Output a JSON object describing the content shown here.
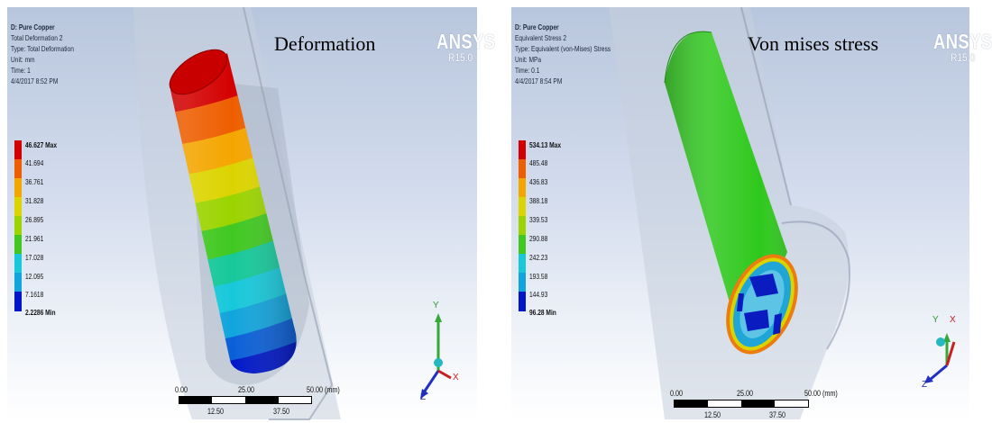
{
  "colors": {
    "contour": [
      "#d40000",
      "#ee5e00",
      "#f4a600",
      "#dcd400",
      "#9bd400",
      "#40c820",
      "#16c89a",
      "#17c8da",
      "#12a4dc",
      "#0a5fd8",
      "#0016c8"
    ]
  },
  "left": {
    "info": {
      "title": "D: Pure Copper",
      "lines": [
        "Total Deformation 2",
        "Type: Total Deformation",
        "Unit: mm",
        "Time: 1",
        "4/4/2017 8:52 PM"
      ]
    },
    "overlay_title": "Deformation",
    "logo": "ANSYS",
    "version": "R15.0",
    "legend": [
      "46.627 Max",
      "41.694",
      "36.761",
      "31.828",
      "26.895",
      "21.961",
      "17.028",
      "12.095",
      "7.1618",
      "2.2286 Min"
    ],
    "scale": {
      "top": [
        "0.00",
        "25.00",
        "50.00 (mm)"
      ],
      "bottom": [
        "12.50",
        "37.50"
      ]
    },
    "triad": [
      "Y",
      "Z",
      "X"
    ]
  },
  "right": {
    "info": {
      "title": "D: Pure Copper",
      "lines": [
        "Equivalent Stress 2",
        "Type: Equivalent (von-Mises) Stress",
        "Unit: MPa",
        "Time: 0.1",
        "4/4/2017 8:54 PM"
      ]
    },
    "overlay_title": "Von mises stress",
    "logo": "ANSYS",
    "version": "R15.0",
    "legend": [
      "534.13 Max",
      "485.48",
      "436.83",
      "388.18",
      "339.53",
      "290.88",
      "242.23",
      "193.58",
      "144.93",
      "96.28 Min"
    ],
    "scale": {
      "top": [
        "0.00",
        "25.00",
        "50.00 (mm)"
      ],
      "bottom": [
        "12.50",
        "37.50"
      ]
    },
    "triad": [
      "Y",
      "X",
      "Z"
    ]
  }
}
